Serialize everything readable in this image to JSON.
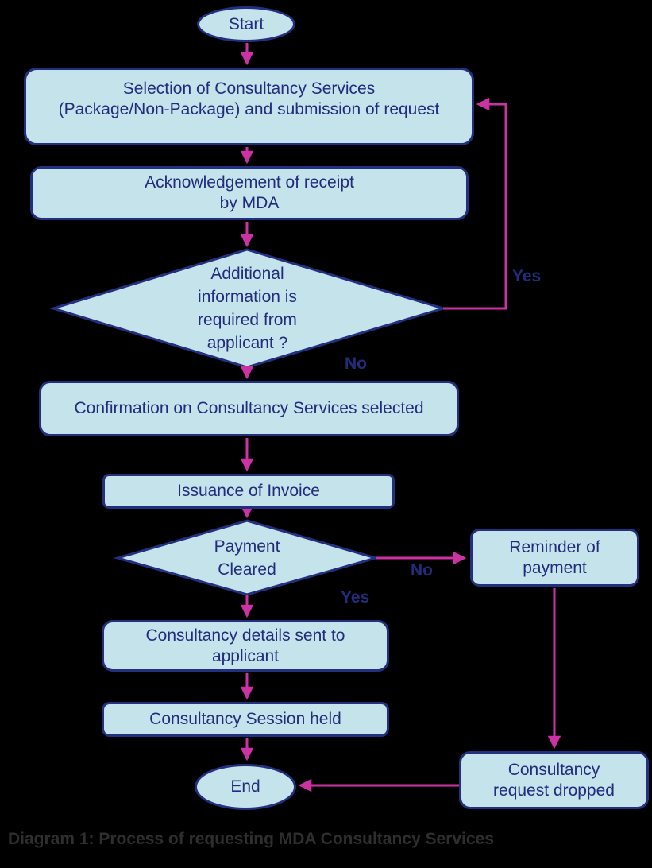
{
  "diagram": {
    "caption": "Diagram 1: Process of requesting MDA Consultancy Services",
    "colors": {
      "background": "#000000",
      "node_fill": "#c5e3eb",
      "node_border": "#22307f",
      "node_text": "#232c7c",
      "arrow": "#cd32a4",
      "branch_label_text": "#232c7c",
      "caption_text": "#2e2e2e"
    }
  },
  "nodes": {
    "start": {
      "type": "terminator",
      "label": "Start"
    },
    "selection": {
      "type": "process",
      "label": "Selection of Consultancy Services\n(Package/Non-Package) and submission of request"
    },
    "acknowledgement": {
      "type": "process",
      "label": "Acknowledgement  of receipt\nby MDA"
    },
    "additional_info": {
      "type": "decision",
      "label": "Additional\ninformation is\nrequired from\napplicant ?"
    },
    "confirmation": {
      "type": "process",
      "label": "Confirmation on Consultancy Services selected"
    },
    "invoice": {
      "type": "process",
      "label": "Issuance of Invoice"
    },
    "payment": {
      "type": "decision",
      "label": "Payment\nCleared"
    },
    "reminder": {
      "type": "process",
      "label": "Reminder of\npayment"
    },
    "details": {
      "type": "process",
      "label": "Consultancy details sent to\napplicant"
    },
    "session": {
      "type": "process",
      "label": "Consultancy Session held"
    },
    "dropped": {
      "type": "process",
      "label": "Consultancy\nrequest dropped"
    },
    "end": {
      "type": "terminator",
      "label": "End"
    }
  },
  "edge_labels": {
    "additional_yes": "Yes",
    "additional_no": "No",
    "payment_no": "No",
    "payment_yes": "Yes"
  }
}
